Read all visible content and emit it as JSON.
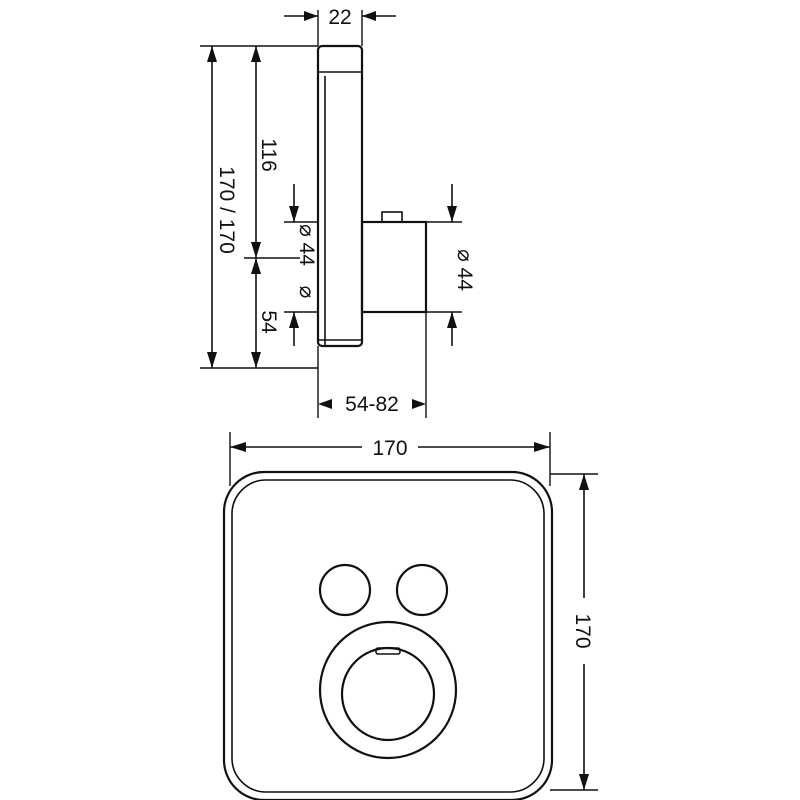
{
  "side_view": {
    "dim_depth_plate": "22",
    "dim_total_height": "170 / 170",
    "dim_upper_height": "116",
    "dim_outlet_upper": "⌀ 44",
    "dim_outlet_lower": "⌀",
    "dim_lower_height": "54",
    "dim_body_diameter": "⌀ 44",
    "dim_install_depth": "54-82"
  },
  "front_view": {
    "dim_width": "170",
    "dim_height": "170"
  }
}
